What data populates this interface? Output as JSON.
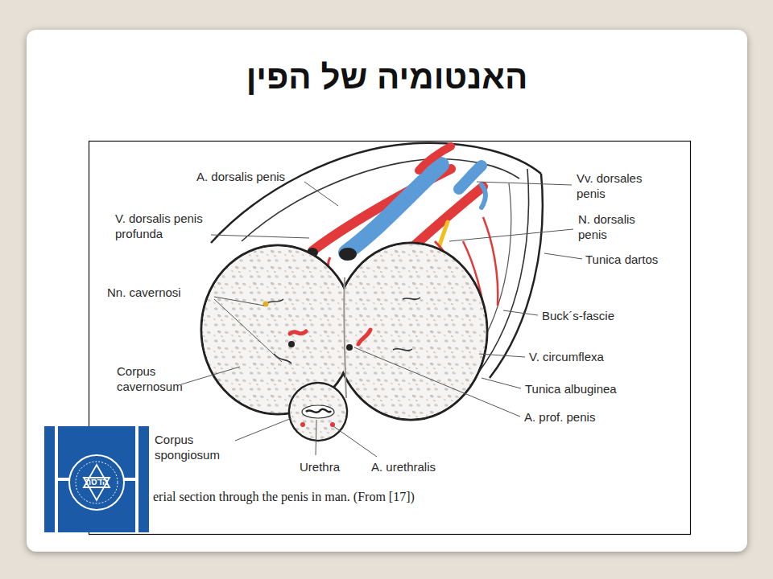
{
  "diagram": {
    "title": "האנטומיה של הפין",
    "caption": "erial section through the penis in man. (From [17])",
    "labels": [
      "A. dorsalis penis",
      "Vv. dorsales penis",
      "V. dorsalis penis profunda",
      "N. dorsalis penis",
      "Tunica dartos",
      "Nn. cavernosi",
      "Buck´s-fascie",
      "Corpus cavernosum",
      "V. circumflexa",
      "Tunica albuginea",
      "A. prof. penis",
      "Corpus spongiosum",
      "Urethra",
      "A. urethralis",
      "הדסה"
    ]
  }
}
